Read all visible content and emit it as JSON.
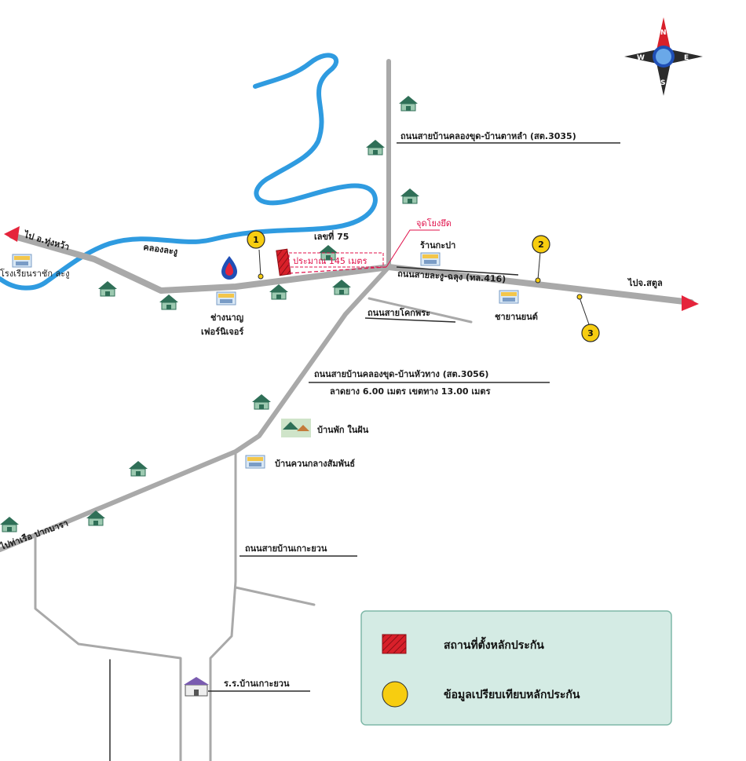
{
  "colors": {
    "road": "#a9a9a9",
    "river": "#2f9be0",
    "marker_red": "#d8202a",
    "marker_yellow": "#f7cd10",
    "legend_bg": "#d4ebe4",
    "legend_border": "#7fb8a8",
    "arrow_red": "#e5243b",
    "callout_red": "#e0104a"
  },
  "compass": {
    "n": "N",
    "s": "S",
    "e": "E",
    "w": "W"
  },
  "labels": {
    "road_3035": "ถนนสายบ้านคลองขุด-บ้านตาหลำ (สต.3035)",
    "canal": "คลองละงู",
    "to_thung_wa": "ไป อ.ทุ่งหว้า",
    "school_left": "โรงเรียนราชัก ละงู",
    "number_75": "เลขที่ 75",
    "collateral_point": "จุดโยงยึด",
    "distance": "ประมาณ 145 เมตร",
    "shop_kapa": "ร้านกะปา",
    "road_416": "ถนนสายละงู-ฉลุง (ทล.416)",
    "to_satun": "ไปจ.สตูล",
    "furniture_line1": "ช่างนาญ",
    "furniture_line2": "เฟอร์นิเจอร์",
    "road_khok_phrai": "ถนนสายโคกพระ",
    "car_dealer": "ชายานยนต์",
    "road_3056": "ถนนสายบ้านคลองขุด-บ้านหัวทาง (สต.3056)",
    "road_width": "ลาดยาง 6.00 เมตร เขตทาง 13.00 เมตร",
    "resort": "บ้านพัก ในฝัน",
    "kuan_klang": "บ้านควนกลางสัมพันธ์",
    "to_pak_bara": "ไปท่าเรือ ปากบารา",
    "road_ko_yuan": "ถนนสายบ้านเกาะยวน",
    "school_ko_yuan": "ร.ร.บ้านเกาะยวน"
  },
  "markers": [
    {
      "id": 1,
      "label": "1"
    },
    {
      "id": 2,
      "label": "2"
    },
    {
      "id": 3,
      "label": "3"
    }
  ],
  "legend": {
    "items": [
      {
        "symbol": "red-hatched-rectangle",
        "label": "สถานที่ตั้งหลักประกัน"
      },
      {
        "symbol": "yellow-circle",
        "label": "ข้อมูลเปรียบเทียบหลักประกัน"
      }
    ]
  }
}
